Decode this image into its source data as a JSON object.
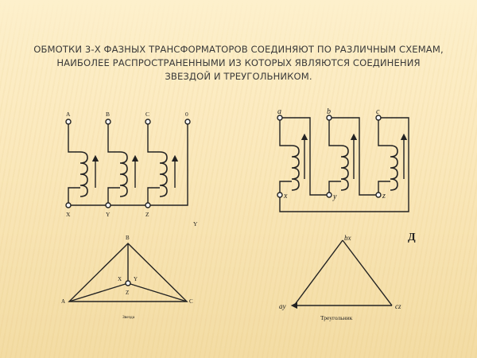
{
  "slide": {
    "title_lines": [
      "ОБМОТКИ 3-Х ФАЗНЫХ ТРАНСФОРМАТОРОВ СОЕДИНЯЮТ ПО РАЗЛИЧНЫМ СХЕМАМ,",
      "НАИБОЛЕЕ РАСПРОСТРАНЕННЫМИ ИЗ КОТОРЫХ ЯВЛЯЮТСЯ СОЕДИНЕНИЯ",
      "ЗВЕЗДОЙ И ТРЕУГОЛЬНИКОМ."
    ]
  },
  "star_schematic": {
    "top_labels": [
      "A",
      "B",
      "C",
      "0"
    ],
    "bottom_labels": [
      "X",
      "Y",
      "Z"
    ],
    "symbol": "Y"
  },
  "delta_schematic": {
    "top_labels": [
      "a",
      "b",
      "c"
    ],
    "bottom_labels": [
      "x",
      "y",
      "z"
    ]
  },
  "star_diagram": {
    "vertex_labels": [
      "B",
      "A",
      "C"
    ],
    "center_labels": [
      "X",
      "Y",
      "Z"
    ],
    "caption": "Звезда"
  },
  "delta_diagram": {
    "vertex_labels": [
      "bx",
      "ay",
      "cz"
    ],
    "symbol": "Д",
    "caption": "Треугольник"
  }
}
